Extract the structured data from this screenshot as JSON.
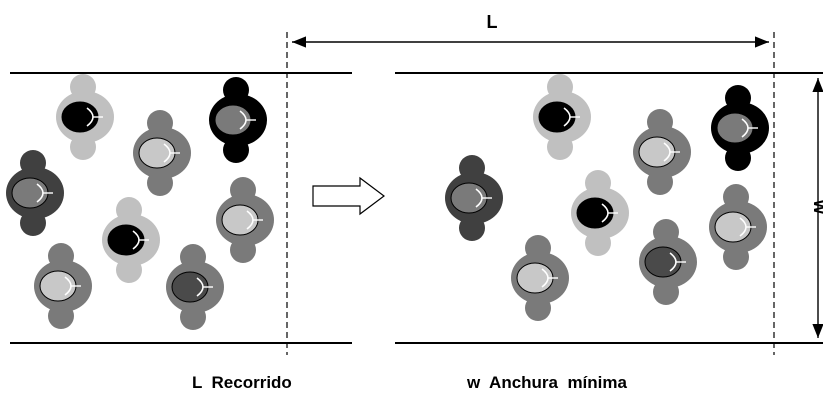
{
  "labels": {
    "length_symbol": "L",
    "width_symbol": "w"
  },
  "captions": {
    "travel": "L  Recorrido",
    "min_width": "w  Anchura  mínima"
  },
  "colors": {
    "line": "#000000",
    "black_person": "#000000",
    "dark_person": "#404040",
    "mid_person": "#7a7a7a",
    "light_person": "#c0c0c0",
    "head_light": "#c8c8c8",
    "head_dark": "#4a4a4a"
  },
  "before_group": [
    {
      "tone": "light",
      "head": "black"
    },
    {
      "tone": "mid",
      "head": "light"
    },
    {
      "tone": "black",
      "head": "mid"
    },
    {
      "tone": "dark",
      "head": "mid"
    },
    {
      "tone": "light",
      "head": "black"
    },
    {
      "tone": "mid",
      "head": "light"
    },
    {
      "tone": "mid",
      "head": "light"
    },
    {
      "tone": "mid",
      "head": "dark"
    }
  ],
  "after_group": [
    {
      "tone": "light",
      "head": "black"
    },
    {
      "tone": "mid",
      "head": "light"
    },
    {
      "tone": "black",
      "head": "mid"
    },
    {
      "tone": "dark",
      "head": "mid"
    },
    {
      "tone": "light",
      "head": "black"
    },
    {
      "tone": "mid",
      "head": "light"
    },
    {
      "tone": "mid",
      "head": "light"
    },
    {
      "tone": "mid",
      "head": "dark"
    }
  ]
}
